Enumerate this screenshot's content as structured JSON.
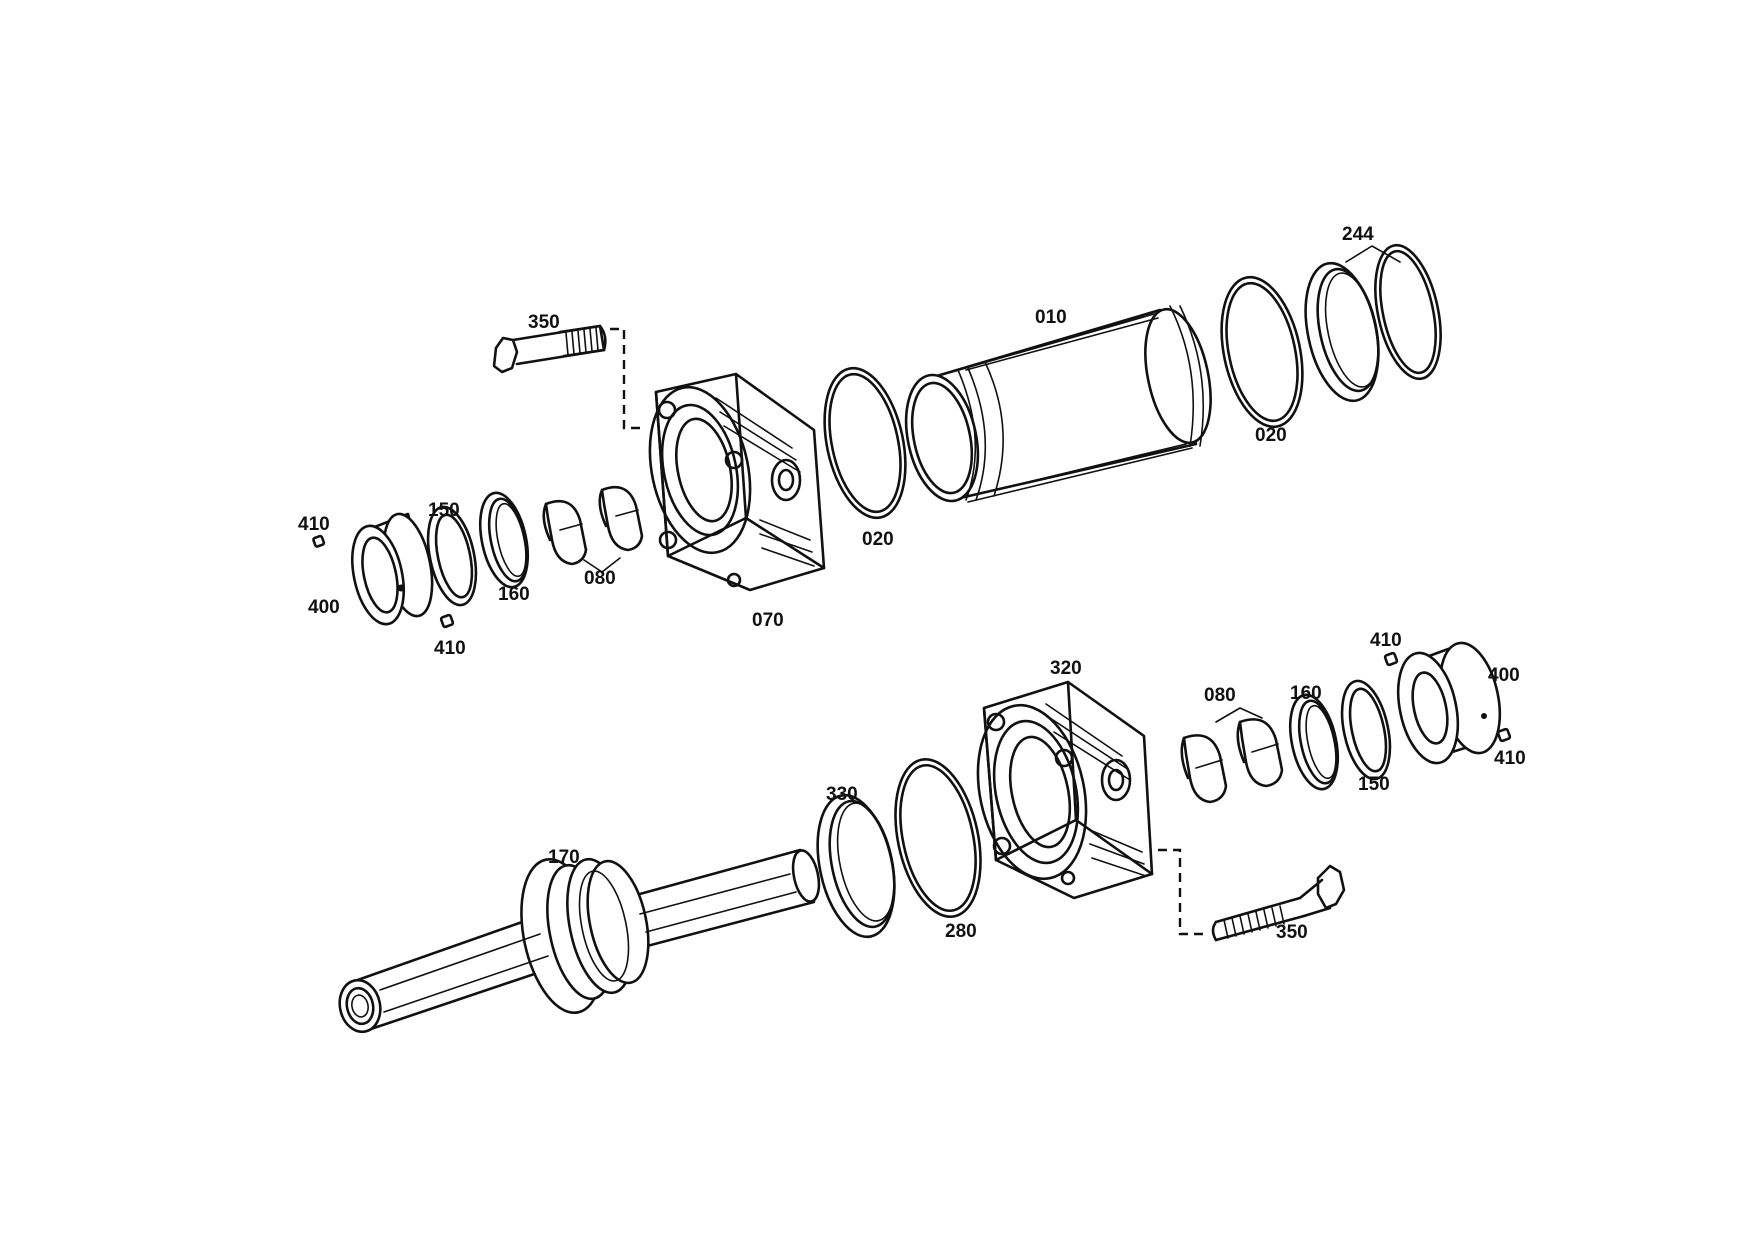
{
  "labels": {
    "p350_top": "350",
    "p010": "010",
    "p244": "244",
    "p020_a": "020",
    "p020_b": "020",
    "p070": "070",
    "p410_a": "410",
    "p150_a": "150",
    "p400_a": "400",
    "p160_a": "160",
    "p080_a": "080",
    "p410_b": "410",
    "p320": "320",
    "p080_b": "080",
    "p160_b": "160",
    "p410_c": "410",
    "p400_b": "400",
    "p410_d": "410",
    "p150_b": "150",
    "p330": "330",
    "p170": "170",
    "p280": "280",
    "p350_bottom": "350"
  }
}
